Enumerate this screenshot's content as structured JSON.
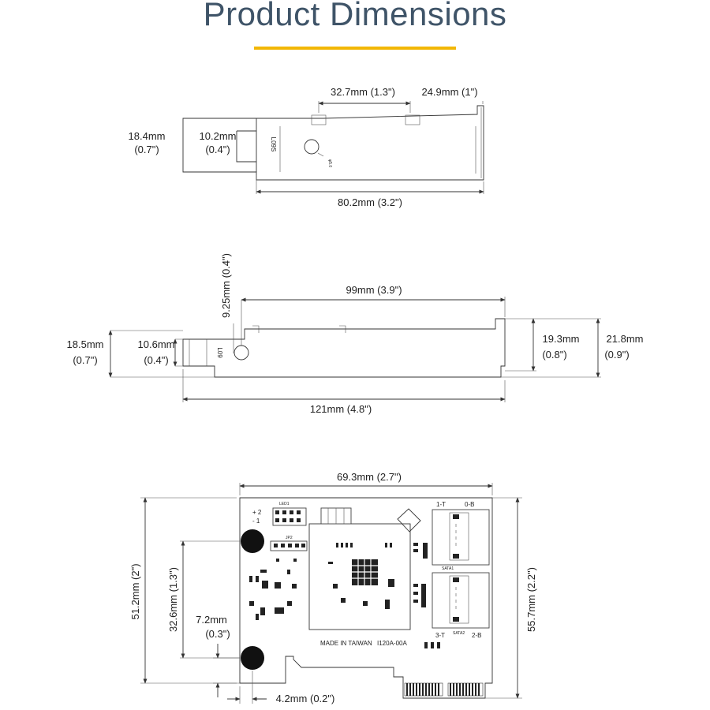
{
  "title": "Product Dimensions",
  "colors": {
    "title": "#3f5468",
    "accent": "#f2b705"
  },
  "top_view": {
    "dim_a": "32.7mm (1.3\")",
    "dim_b": "24.9mm (1\")",
    "height_mm": "18.4mm",
    "height_in": "(0.7\")",
    "tab_mm": "10.2mm",
    "tab_in": "(0.4\")",
    "length": "80.2mm (3.2\")",
    "stamp": "L09S",
    "hole_label": "φ5.0"
  },
  "side_view": {
    "hole_offset_mm": "9.25mm (0.4\")",
    "span": "99mm (3.9\")",
    "left_mm": "18.5mm",
    "left_in": "(0.7\")",
    "tab_mm": "10.6mm",
    "tab_in": "(0.4\")",
    "right_a_mm": "19.3mm",
    "right_a_in": "(0.8\")",
    "right_b_mm": "21.8mm",
    "right_b_in": "(0.9\")",
    "length": "121mm (4.8\")",
    "stamp": "L09"
  },
  "board": {
    "width": "69.3mm (2.7\")",
    "height_a": "51.2mm (2\")",
    "height_b": "32.6mm (1.3\")",
    "edge_mm": "7.2mm",
    "edge_in": "(0.3\")",
    "height_c": "55.7mm (2.2\")",
    "bottom": "4.2mm (0.2\")",
    "made_in": "MADE IN TAIWAN",
    "model": "I120A-00A",
    "port_1t": "1-T",
    "port_0b": "0-B",
    "port_3t": "3-T",
    "port_2b": "2-B",
    "sata1": "SATA1",
    "sata2": "SATA2",
    "led": "LED1",
    "plus2": "+ 2",
    "minus1": "- 1",
    "jp": "JP2"
  }
}
